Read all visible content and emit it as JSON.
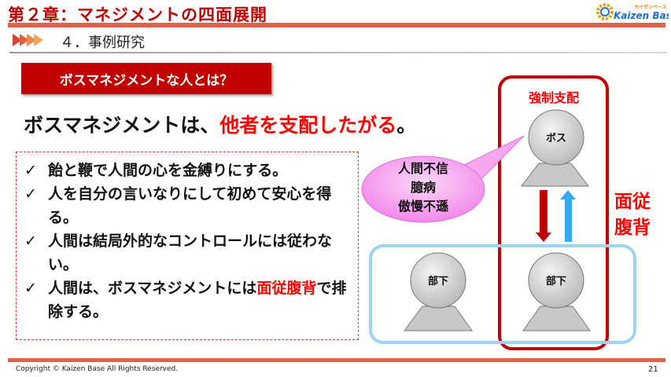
{
  "header": {
    "title": "第２章：マネジメントの四面展開",
    "subtitle": "４．事例研究",
    "logo_text": "Kaizen Base",
    "logo_kana": "カイゼンベース"
  },
  "question": "ボスマネジメントな人とは？",
  "main_statement": {
    "prefix": "ボスマネジメントは、",
    "highlight": "他者を支配したがる",
    "suffix": "。"
  },
  "list": [
    {
      "text": "飴と鞭で人間の心を金縛りにする。"
    },
    {
      "text": "人を自分の言いなりにして初めて安心を得る。"
    },
    {
      "text": "人間は結局外的なコントロールには従わない。"
    },
    {
      "text_prefix": "人間は、ボスマネジメントには",
      "highlight": "面従腹背",
      "suffix": "で排除する。"
    }
  ],
  "diagram": {
    "boss_group_label": "強制支配",
    "boss_label": "ボス",
    "subordinate_label": "部下",
    "side_label_line1": "面従",
    "side_label_line2": "腹背",
    "bubble": [
      "人間不信",
      "臆病",
      "傲慢不遜"
    ],
    "colors": {
      "red": "#c00000",
      "blue": "#9dd3f5",
      "arrow_blue": "#33aaff",
      "bubble": "#f7a6f0"
    }
  },
  "footer": {
    "copyright": "Copyright ©  Kaizen Base  All Rights Reserved.",
    "page": "21"
  }
}
